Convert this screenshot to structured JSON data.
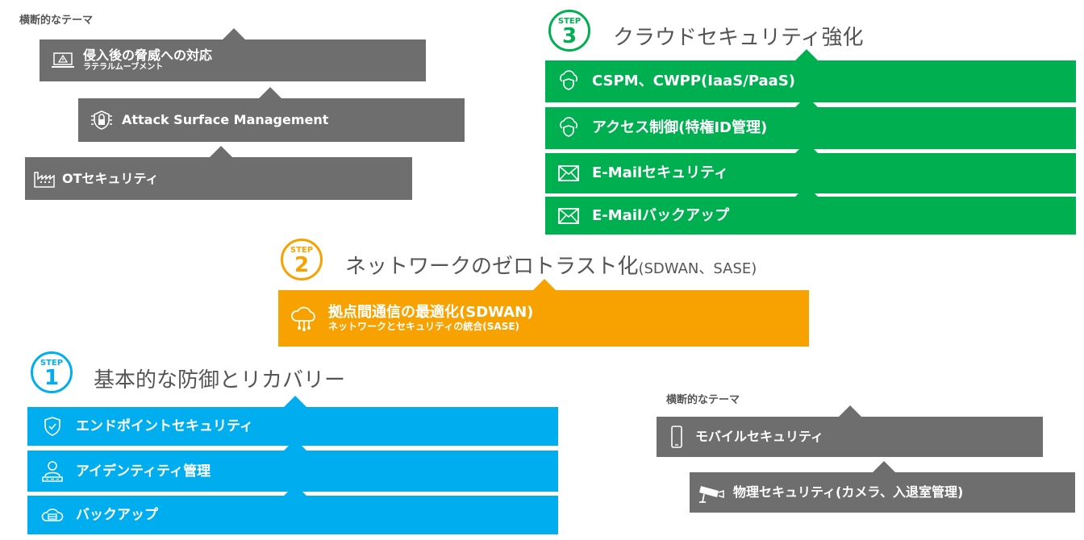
{
  "cross_theme_left": {
    "label": "横断的なテーマ",
    "items": [
      {
        "title": "侵入後の脅威への対応",
        "subtitle": "ラテラルムーブメント",
        "icon": "laptop-warning-icon"
      },
      {
        "title": "Attack Surface Management",
        "icon": "shield-lock-icon"
      },
      {
        "title": "OTセキュリティ",
        "icon": "factory-icon"
      }
    ]
  },
  "step3": {
    "step_label": "STEP",
    "number": "3",
    "title": "クラウドセキュリティ強化",
    "items": [
      {
        "title": "CSPM、CWPP(IaaS/PaaS)",
        "icon": "cloud-shield-icon"
      },
      {
        "title": "アクセス制御(特権ID管理)",
        "icon": "cloud-shield-icon"
      },
      {
        "title": "E-Mailセキュリティ",
        "icon": "mail-icon"
      },
      {
        "title": "E-Mailバックアップ",
        "icon": "mail-icon"
      }
    ]
  },
  "step2": {
    "step_label": "STEP",
    "number": "2",
    "title": "ネットワークのゼロトラスト化",
    "title_suffix": "(SDWAN、SASE)",
    "item": {
      "title": "拠点間通信の最適化(SDWAN)",
      "subtitle": "ネットワークとセキュリティの統合(SASE)",
      "icon": "cloud-network-icon"
    }
  },
  "step1": {
    "step_label": "STEP",
    "number": "1",
    "title": "基本的な防御とリカバリー",
    "items": [
      {
        "title": "エンドポイントセキュリティ",
        "icon": "shield-check-icon"
      },
      {
        "title": "アイデンティティ管理",
        "icon": "user-id-icon"
      },
      {
        "title": "バックアップ",
        "icon": "cloud-backup-icon"
      }
    ]
  },
  "cross_theme_right": {
    "label": "横断的なテーマ",
    "items": [
      {
        "title": "モバイルセキュリティ",
        "icon": "smartphone-icon"
      },
      {
        "title": "物理セキュリティ(カメラ、入退室管理)",
        "icon": "security-camera-icon"
      }
    ]
  },
  "colors": {
    "gray": "#6e6e6e",
    "green": "#00b050",
    "orange": "#f7a200",
    "blue": "#00aeef"
  }
}
